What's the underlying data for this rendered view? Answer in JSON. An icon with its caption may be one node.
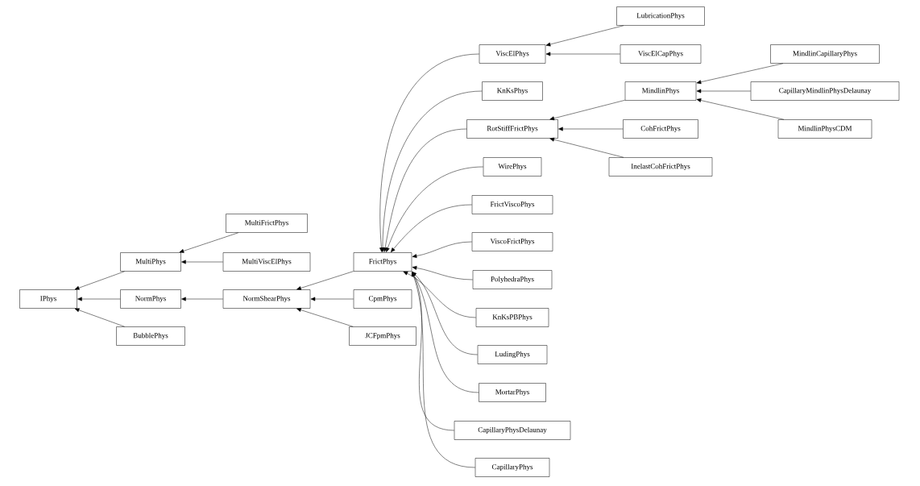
{
  "diagram": {
    "nodes": [
      {
        "text": [
          "IPhys"
        ]
      },
      {
        "text": [
          "MultiPhys"
        ]
      },
      {
        "text": [
          "NormPhys"
        ]
      },
      {
        "text": [
          "BubblePhys"
        ]
      },
      {
        "text": [
          "MultiFrictPhys"
        ]
      },
      {
        "text": [
          "MultiViscElPhys"
        ]
      },
      {
        "text": [
          "NormShearPhys"
        ]
      },
      {
        "text": [
          "CpmPhys"
        ]
      },
      {
        "text": [
          "JCFpmPhys"
        ]
      },
      {
        "text": [
          "FrictPhys"
        ]
      },
      {
        "text": [
          "LubricationPhys"
        ]
      },
      {
        "text": [
          "ViscElPhys"
        ]
      },
      {
        "text": [
          "ViscElCapPhys"
        ]
      },
      {
        "text": [
          "KnKsPhys"
        ]
      },
      {
        "text": [
          "MindlinPhys"
        ]
      },
      {
        "text": [
          "MindlinCapillaryPhys"
        ]
      },
      {
        "text": [
          "CapillaryMindlinPhysDelaunay"
        ]
      },
      {
        "text": [
          "MindlinPhysCDM"
        ]
      },
      {
        "text": [
          "RotStiffFrictPhys"
        ]
      },
      {
        "text": [
          "CohFrictPhys"
        ]
      },
      {
        "text": [
          "InelastCohFrictPhys"
        ]
      },
      {
        "text": [
          "WirePhys"
        ]
      },
      {
        "text": [
          "FrictViscoPhys"
        ]
      },
      {
        "text": [
          "ViscoFrictPhys"
        ]
      },
      {
        "text": [
          "PolyhedraPhys"
        ]
      },
      {
        "text": [
          "KnKsPBPhys"
        ]
      },
      {
        "text": [
          "LudingPhys"
        ]
      },
      {
        "text": [
          "MortarPhys"
        ]
      },
      {
        "text": [
          "CapillaryPhysDelaunay"
        ]
      },
      {
        "text": [
          "CapillaryPhys"
        ]
      }
    ],
    "edges": [
      {
        "from": 1,
        "to": 0,
        "arrow": "to"
      },
      {
        "from": 2,
        "to": 0,
        "arrow": "to"
      },
      {
        "from": 3,
        "to": 0,
        "arrow": "to"
      },
      {
        "from": 4,
        "to": 1,
        "arrow": "to"
      },
      {
        "from": 5,
        "to": 1,
        "arrow": "to"
      },
      {
        "from": 6,
        "to": 2,
        "arrow": "to"
      },
      {
        "from": 7,
        "to": 6,
        "arrow": "to"
      },
      {
        "from": 8,
        "to": 6,
        "arrow": "to"
      },
      {
        "from": 9,
        "to": 6,
        "arrow": "to"
      },
      {
        "from": 10,
        "to": 11,
        "arrow": "to"
      },
      {
        "from": 12,
        "to": 11,
        "arrow": "to"
      },
      {
        "from": 11,
        "to": 9,
        "arrow": "to"
      },
      {
        "from": 13,
        "to": 9,
        "arrow": "to"
      },
      {
        "from": 15,
        "to": 14,
        "arrow": "to"
      },
      {
        "from": 16,
        "to": 14,
        "arrow": "to"
      },
      {
        "from": 17,
        "to": 14,
        "arrow": "to"
      },
      {
        "from": 14,
        "to": 18,
        "arrow": "to"
      },
      {
        "from": 19,
        "to": 18,
        "arrow": "to"
      },
      {
        "from": 20,
        "to": 18,
        "arrow": "to"
      },
      {
        "from": 18,
        "to": 9,
        "arrow": "to"
      },
      {
        "from": 21,
        "to": 9,
        "arrow": "to"
      },
      {
        "from": 22,
        "to": 9,
        "arrow": "to"
      },
      {
        "from": 23,
        "to": 9,
        "arrow": "to"
      },
      {
        "from": 24,
        "to": 9,
        "arrow": "to"
      },
      {
        "from": 25,
        "to": 9,
        "arrow": "to"
      },
      {
        "from": 26,
        "to": 9,
        "arrow": "to"
      },
      {
        "from": 27,
        "to": 9,
        "arrow": "to"
      },
      {
        "from": 28,
        "to": 9,
        "arrow": "to"
      },
      {
        "from": 29,
        "to": 9,
        "arrow": "to"
      }
    ]
  }
}
